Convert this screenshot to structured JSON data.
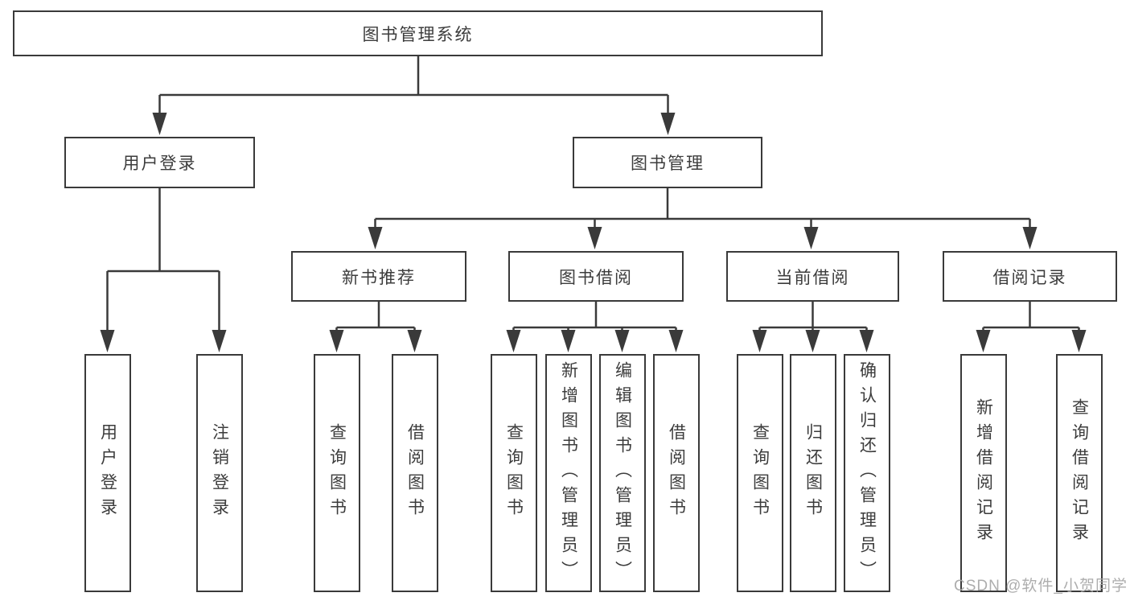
{
  "diagram_type": "hierarchy-tree",
  "tree": {
    "label": "图书管理系统",
    "children": [
      {
        "label": "用户登录",
        "children": [
          {
            "label": "用户登录"
          },
          {
            "label": "注销登录"
          }
        ]
      },
      {
        "label": "图书管理",
        "children": [
          {
            "label": "新书推荐",
            "children": [
              {
                "label": "查询图书"
              },
              {
                "label": "借阅图书"
              }
            ]
          },
          {
            "label": "图书借阅",
            "children": [
              {
                "label": "查询图书"
              },
              {
                "label": "新增图书（管理员）"
              },
              {
                "label": "编辑图书（管理员）"
              },
              {
                "label": "借阅图书"
              }
            ]
          },
          {
            "label": "当前借阅",
            "children": [
              {
                "label": "查询图书"
              },
              {
                "label": "归还图书"
              },
              {
                "label": "确认归还（管理员）"
              }
            ]
          },
          {
            "label": "借阅记录",
            "children": [
              {
                "label": "新增借阅记录"
              },
              {
                "label": "查询借阅记录"
              }
            ]
          }
        ]
      }
    ]
  },
  "watermark": {
    "text": "CSDN @软件_小贺同学"
  },
  "colors": {
    "background": "#ffffff",
    "line": "#3a3a3a",
    "box_border": "#3a3a3a",
    "box_fill": "#ffffff",
    "text": "#3c3c3c",
    "watermark": "#a6a6a6"
  }
}
